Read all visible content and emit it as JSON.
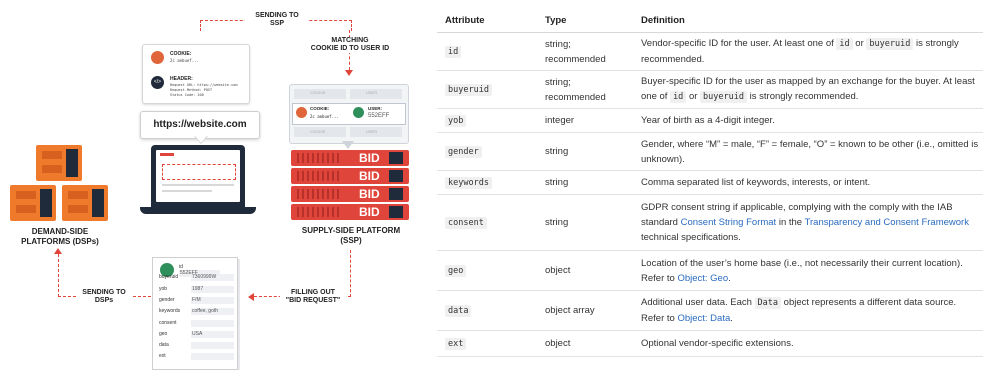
{
  "diagram": {
    "sending_to_ssp": "SENDING TO\nSSP",
    "matching": "MATCHING\nCOOKIE ID TO USER ID",
    "cookie_label": "COOKIE:",
    "cookie_value": "2c aebuef...",
    "header_label": "HEADER:",
    "header_lines": [
      "Request URL: https://website.com",
      "Request Method: POST",
      "Status Code: 200"
    ],
    "website_url": "https://website.com",
    "dsp_label": "DEMAND-SIDE\nPLATFORMS (DSPs)",
    "ssp_label": "SUPPLY-SIDE PLATFORM\n(SSP)",
    "bid_label": "BID",
    "ssp_cookie_label": "COOKIE:",
    "ssp_cookie_value": "2c aebuef...",
    "ssp_user_label": "USER:",
    "ssp_user_value": "552EFF",
    "ssp_row_labels": [
      "COOKIE",
      "USER",
      "COOKIE",
      "USER"
    ],
    "sending_to_dsps": "SENDING TO\nDSPs",
    "filling_out": "FILLING OUT\n\"BID REQUEST\"",
    "bid_request_rows": [
      {
        "k": "id",
        "v": "552EFF"
      },
      {
        "k": "buyeruid",
        "v": "7360999W"
      },
      {
        "k": "yob",
        "v": "1987"
      },
      {
        "k": "gender",
        "v": "F/M"
      },
      {
        "k": "keywords",
        "v": "coffee, goth"
      },
      {
        "k": "consent",
        "v": ""
      },
      {
        "k": "geo",
        "v": "USA"
      },
      {
        "k": "data",
        "v": ""
      },
      {
        "k": "ext",
        "v": ""
      }
    ]
  },
  "table": {
    "headers": [
      "Attribute",
      "Type",
      "Definition"
    ],
    "rows": [
      {
        "attr": "id",
        "type": "string; recommended",
        "def": [
          "Vendor-specific ID for the user. At least one of ",
          {
            "code": "id"
          },
          " or ",
          {
            "code": "buyeruid"
          },
          " is strongly recommended."
        ]
      },
      {
        "attr": "buyeruid",
        "type": "string; recommended",
        "def": [
          "Buyer-specific ID for the user as mapped by an exchange for the buyer. At least one of ",
          {
            "code": "id"
          },
          " or ",
          {
            "code": "buyeruid"
          },
          " is strongly recommended."
        ]
      },
      {
        "attr": "yob",
        "type": "integer",
        "def": [
          "Year of birth as a 4-digit integer."
        ]
      },
      {
        "attr": "gender",
        "type": "string",
        "def": [
          "Gender, where “M” = male, “F” = female, “O” = known to be other (i.e., omitted is unknown)."
        ]
      },
      {
        "attr": "keywords",
        "type": "string",
        "def": [
          "Comma separated list of keywords, interests, or intent."
        ]
      },
      {
        "attr": "consent",
        "type": "string",
        "def": [
          "GDPR consent string if applicable, complying with the comply with the IAB standard ",
          {
            "link": "Consent String Format"
          },
          " in the ",
          {
            "link": "Transparency and Consent Framework"
          },
          " technical specifications."
        ]
      },
      {
        "attr": "geo",
        "type": "object",
        "def": [
          "Location of the user’s home base (i.e., not necessarily their current location). Refer to ",
          {
            "link": "Object: Geo"
          },
          "."
        ]
      },
      {
        "attr": "data",
        "type": "object array",
        "def": [
          "Additional user data. Each ",
          {
            "code": "Data"
          },
          " object represents a different data source. Refer to ",
          {
            "link": "Object: Data"
          },
          "."
        ]
      },
      {
        "attr": "ext",
        "type": "object",
        "def": [
          "Optional vendor-specific extensions."
        ]
      }
    ]
  },
  "colors": {
    "accent": "#e0453b",
    "server_orange": "#f07a2c",
    "dark": "#1f2a3a",
    "link": "#2a6bbf"
  }
}
